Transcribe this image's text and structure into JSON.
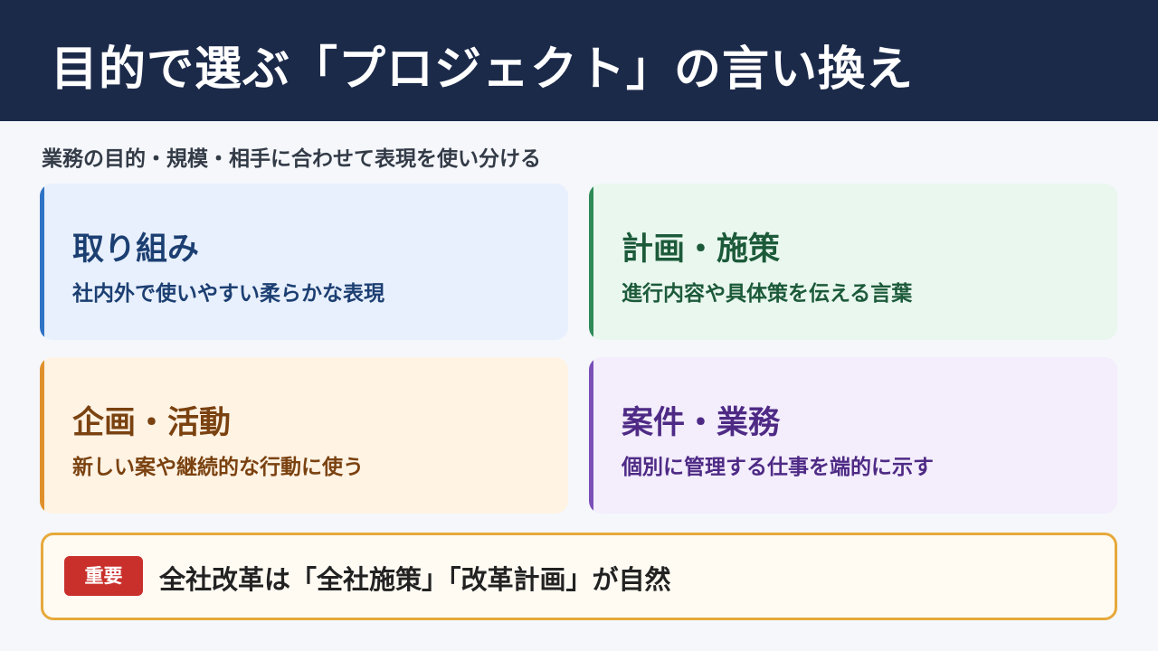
{
  "header": {
    "title": "目的で選ぶ「プロジェクト」の言い換え"
  },
  "subtitle": "業務の目的・規模・相手に合わせて表現を使い分ける",
  "cards": [
    {
      "title": "取り組み",
      "description": "社内外で使いやすい柔らかな表現",
      "accent": "#2f73c5"
    },
    {
      "title": "計画・施策",
      "description": "進行内容や具体策を伝える言葉",
      "accent": "#2e8a57"
    },
    {
      "title": "企画・活動",
      "description": "新しい案や継続的な行動に使う",
      "accent": "#e0902a"
    },
    {
      "title": "案件・業務",
      "description": "個別に管理する仕事を端的に示す",
      "accent": "#7b4fb8"
    }
  ],
  "note": {
    "badge": "重要",
    "text": "全社改革は「全社施策」「改革計画」が自然",
    "border_color": "#e6a93a",
    "badge_color": "#c9302c"
  }
}
